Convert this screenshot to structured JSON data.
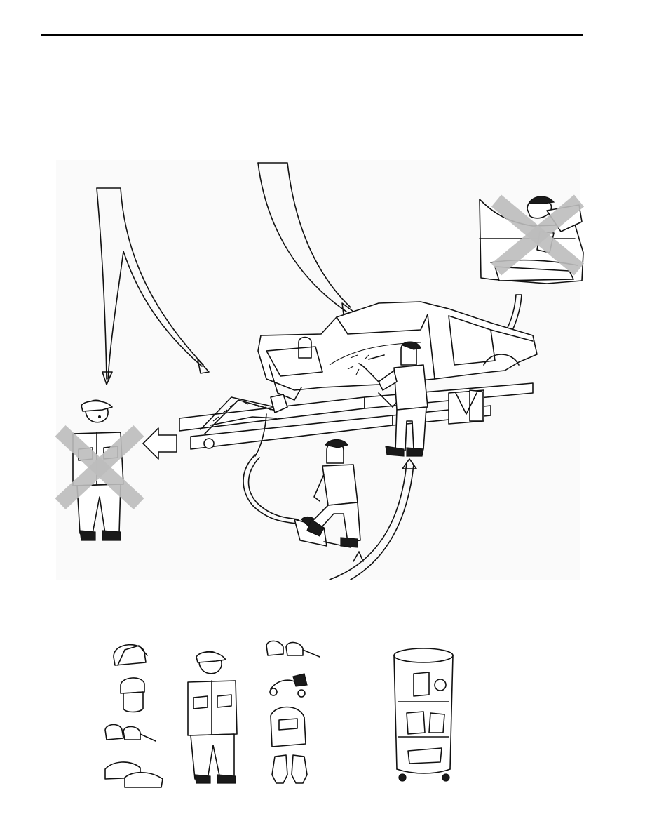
{
  "page": {
    "background": "#ffffff",
    "panel_background": "#fafafa",
    "prohibition_mark_color": "#bdbdbd"
  },
  "illustrations": {
    "main_scene": "body-frame-straightening-setup",
    "prohibited": [
      "bystander-in-pull-line",
      "working-under-car-with-tensioned-chain"
    ],
    "equipment": [
      "helmet",
      "face-shield",
      "goggles",
      "safety-shoes",
      "work-uniform",
      "welding-glasses",
      "ear-protection",
      "welding-mask",
      "gloves",
      "tool-cart"
    ]
  }
}
